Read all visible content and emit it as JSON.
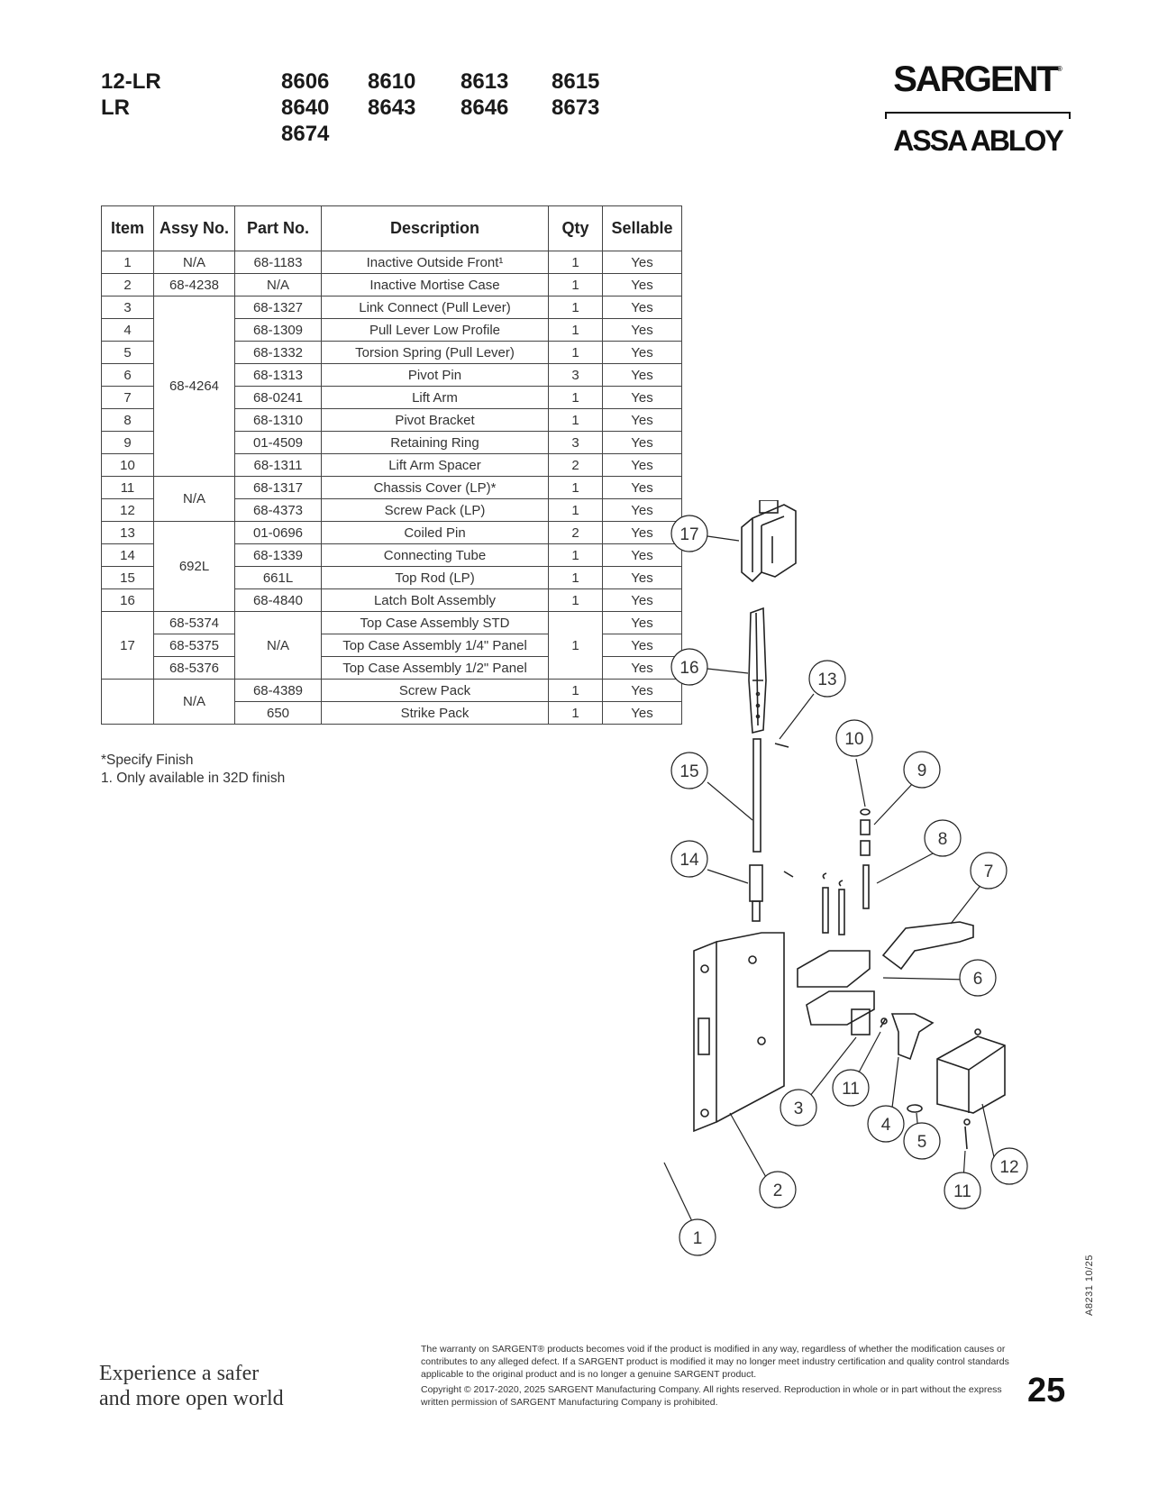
{
  "header": {
    "series": [
      "12-LR",
      "LR"
    ],
    "models": [
      [
        "8606",
        "8610",
        "8613",
        "8615"
      ],
      [
        "8640",
        "8643",
        "8646",
        "8673"
      ],
      [
        "8674"
      ]
    ]
  },
  "logo": {
    "brand": "SARGENT",
    "group": "ASSA ABLOY"
  },
  "table": {
    "headers": [
      "Item",
      "Assy No.",
      "Part No.",
      "Description",
      "Qty",
      "Sellable"
    ],
    "rows": [
      [
        "1",
        "N/A",
        "68-1183",
        "Inactive Outside Front¹",
        "1",
        "Yes"
      ],
      [
        "2",
        "68-4238",
        "N/A",
        "Inactive Mortise Case",
        "1",
        "Yes"
      ],
      [
        "3",
        "68-4264",
        "68-1327",
        "Link Connect (Pull Lever)",
        "1",
        "Yes"
      ],
      [
        "4",
        "",
        "68-1309",
        "Pull Lever Low Profile",
        "1",
        "Yes"
      ],
      [
        "5",
        "",
        "68-1332",
        "Torsion Spring (Pull Lever)",
        "1",
        "Yes"
      ],
      [
        "6",
        "",
        "68-1313",
        "Pivot Pin",
        "3",
        "Yes"
      ],
      [
        "7",
        "",
        "68-0241",
        "Lift Arm",
        "1",
        "Yes"
      ],
      [
        "8",
        "",
        "68-1310",
        "Pivot Bracket",
        "1",
        "Yes"
      ],
      [
        "9",
        "",
        "01-4509",
        "Retaining Ring",
        "3",
        "Yes"
      ],
      [
        "10",
        "",
        "68-1311",
        "Lift Arm Spacer",
        "2",
        "Yes"
      ],
      [
        "11",
        "N/A",
        "68-1317",
        "Chassis Cover (LP)*",
        "1",
        "Yes"
      ],
      [
        "12",
        "",
        "68-4373",
        "Screw Pack (LP)",
        "1",
        "Yes"
      ],
      [
        "13",
        "692L",
        "01-0696",
        "Coiled Pin",
        "2",
        "Yes"
      ],
      [
        "14",
        "",
        "68-1339",
        "Connecting Tube",
        "1",
        "Yes"
      ],
      [
        "15",
        "",
        "661L",
        "Top Rod (LP)",
        "1",
        "Yes"
      ],
      [
        "16",
        "",
        "68-4840",
        "Latch Bolt Assembly",
        "1",
        "Yes"
      ],
      [
        "17",
        "68-5374",
        "N/A",
        "Top Case Assembly STD",
        "1",
        "Yes"
      ],
      [
        "",
        "68-5375",
        "",
        "Top Case Assembly 1/4\" Panel",
        "",
        "Yes"
      ],
      [
        "",
        "68-5376",
        "",
        "Top Case Assembly 1/2\" Panel",
        "",
        "Yes"
      ],
      [
        "",
        "N/A",
        "68-4389",
        "Screw Pack",
        "1",
        "Yes"
      ],
      [
        "",
        "",
        "650",
        "Strike Pack",
        "1",
        "Yes"
      ]
    ]
  },
  "notes": [
    "*Specify Finish",
    "1. Only available in 32D finish"
  ],
  "callouts": [
    "17",
    "16",
    "13",
    "10",
    "9",
    "15",
    "8",
    "7",
    "14",
    "6",
    "3",
    "11",
    "4",
    "5",
    "12",
    "11",
    "2",
    "1"
  ],
  "doc_code": "A8231  10/25",
  "tagline": [
    "Experience a safer",
    "and more open world"
  ],
  "warranty": "The warranty on SARGENT® products becomes void if the product is modified in any way, regardless of whether the modification causes or contributes to any alleged defect. If a SARGENT product is modified it may no longer meet industry certification and quality control standards applicable to the original product and is no longer a genuine SARGENT product.",
  "copyright": "Copyright © 2017-2020, 2025 SARGENT Manufacturing Company. All rights reserved. Reproduction in whole or in part without the express written permission of SARGENT Manufacturing Company is prohibited.",
  "page_number": "25"
}
